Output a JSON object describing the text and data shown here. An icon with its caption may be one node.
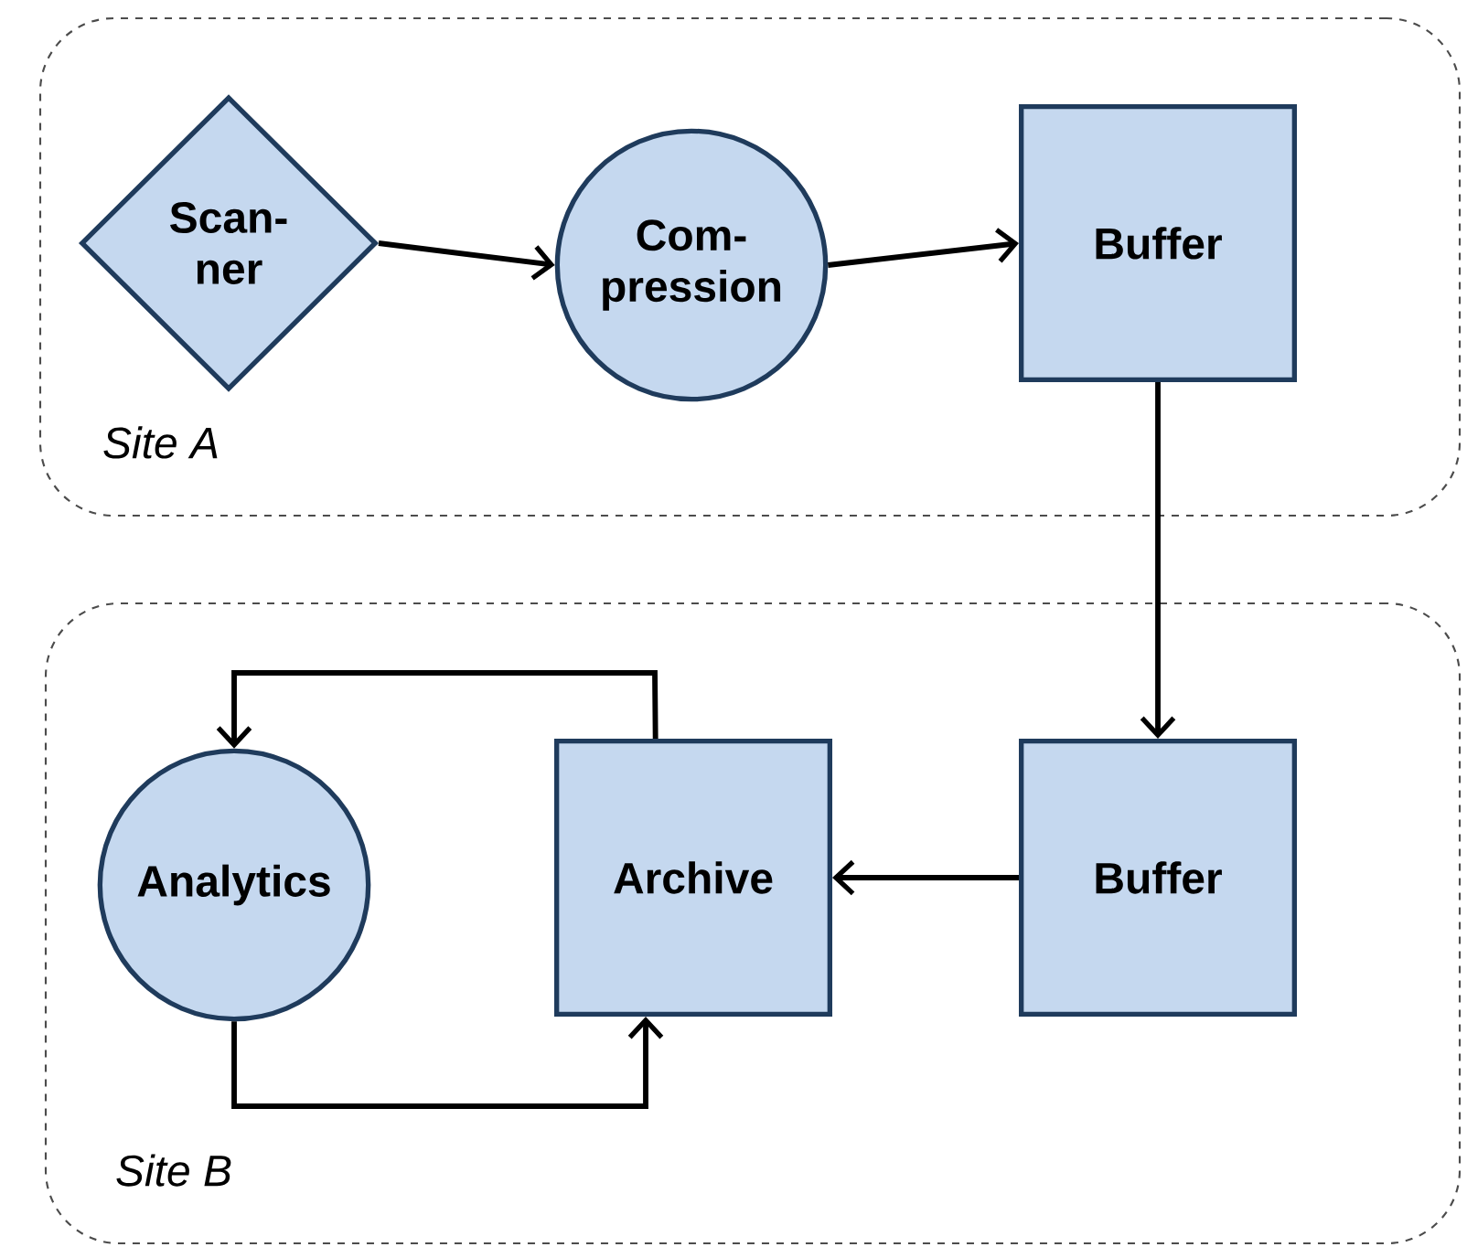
{
  "diagram": {
    "nodes": [
      {
        "text": [
          "Site A"
        ]
      },
      {
        "text": [
          "Scan-ner"
        ],
        "in": 0
      },
      {
        "text": [
          "Com-pression"
        ],
        "in": 0
      },
      {
        "text": [
          "Buffer"
        ],
        "in": 0
      },
      {
        "text": [
          "Site B"
        ]
      },
      {
        "text": [
          "Analytics"
        ],
        "in": 4
      },
      {
        "text": [
          "Archive"
        ],
        "in": 4
      },
      {
        "text": [
          "Buffer"
        ],
        "in": 4
      }
    ],
    "edges": [
      {
        "from": 1,
        "to": 2,
        "arrow": "to"
      },
      {
        "from": 2,
        "to": 3,
        "arrow": "to"
      },
      {
        "from": 3,
        "to": 7,
        "arrow": "to"
      },
      {
        "from": 7,
        "to": 6,
        "arrow": "to"
      },
      {
        "from": 6,
        "to": 5,
        "arrow": "to"
      },
      {
        "from": 5,
        "to": 6,
        "arrow": "to"
      }
    ]
  }
}
